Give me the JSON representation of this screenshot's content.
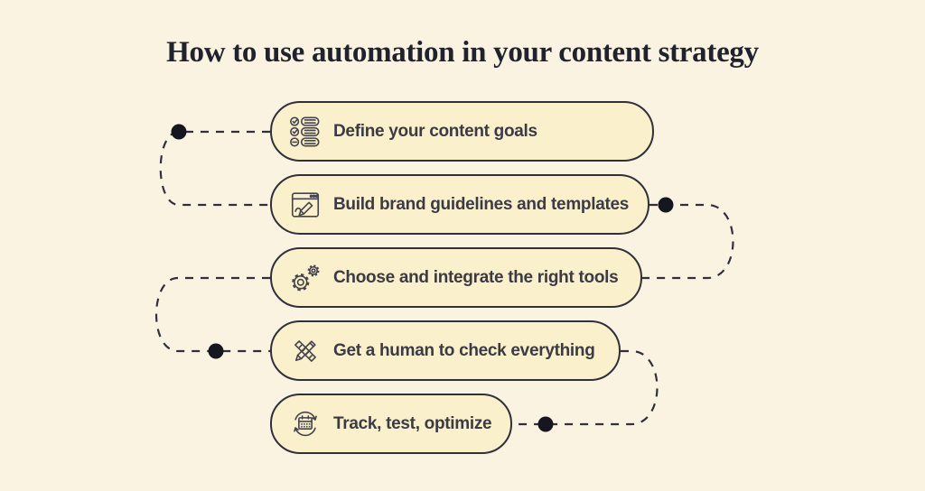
{
  "title": "How to use automation in your content strategy",
  "steps": [
    {
      "label": "Define your content goals",
      "icon": "checklist-icon"
    },
    {
      "label": "Build brand guidelines and templates",
      "icon": "browser-edit-icon"
    },
    {
      "label": "Choose and integrate the right tools",
      "icon": "gears-icon"
    },
    {
      "label": "Get a human to check everything",
      "icon": "pencil-ruler-icon"
    },
    {
      "label": "Track, test, optimize",
      "icon": "calendar-refresh-icon"
    }
  ],
  "colors": {
    "background": "#FBF3E2",
    "box_fill": "#FAF0CB",
    "box_border": "#30303A",
    "connector_line": "#30303A",
    "connector_dot": "#15161F",
    "title_text": "#20222E",
    "label_text": "#3B3A45",
    "icon_stroke": "#45444E"
  }
}
